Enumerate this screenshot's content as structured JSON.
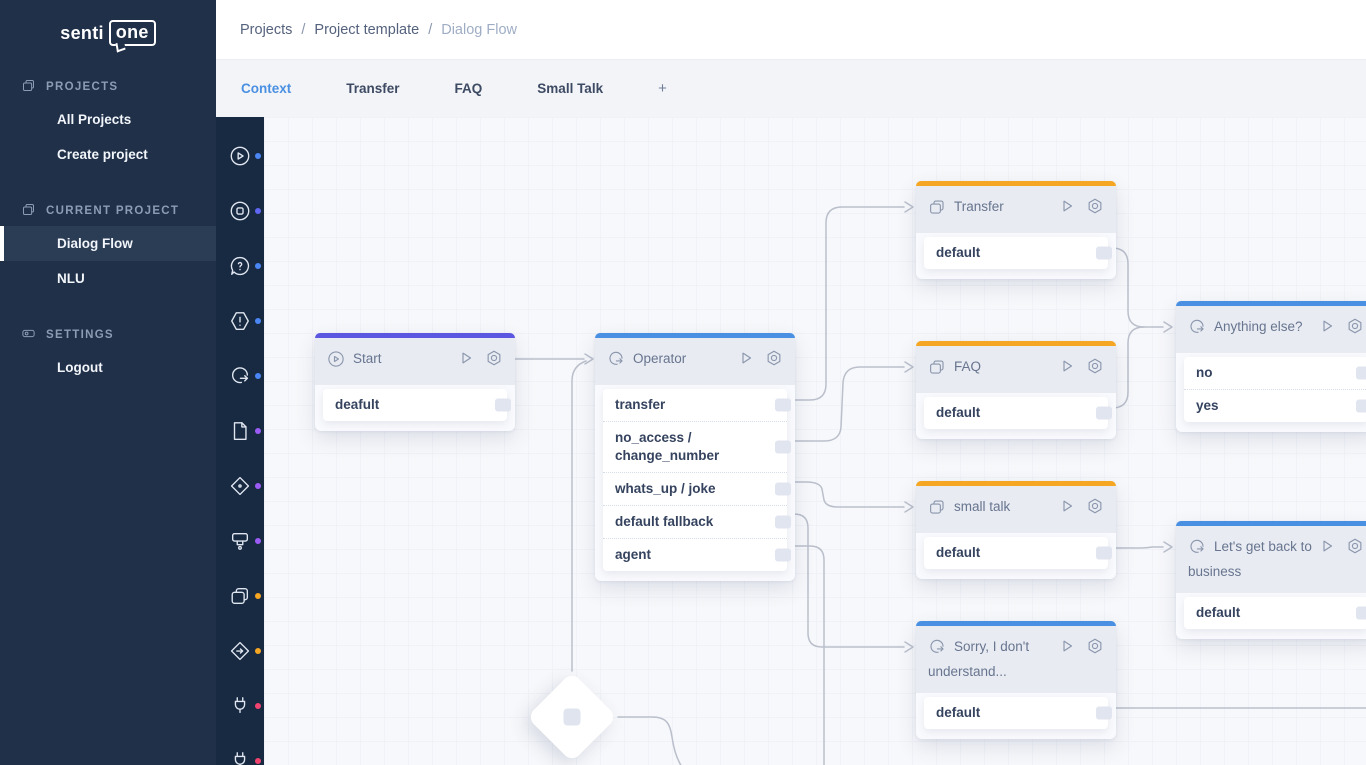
{
  "app": {
    "logo_senti": "senti",
    "logo_one": "one"
  },
  "sidebar": {
    "sections": [
      {
        "label": "PROJECTS",
        "icon": "folder-stack-icon",
        "items": [
          {
            "label": "All Projects",
            "active": false
          },
          {
            "label": "Create project",
            "active": false
          }
        ]
      },
      {
        "label": "CURRENT PROJECT",
        "icon": "folder-stack-icon",
        "items": [
          {
            "label": "Dialog Flow",
            "active": true
          },
          {
            "label": "NLU",
            "active": false
          }
        ]
      },
      {
        "label": "SETTINGS",
        "icon": "toggle-icon",
        "items": [
          {
            "label": "Logout",
            "active": false
          }
        ]
      }
    ]
  },
  "breadcrumb": {
    "part1": "Projects",
    "sep1": "/",
    "part2": "Project template",
    "sep2": "/",
    "part3": "Dialog Flow"
  },
  "tabs": {
    "context": "Context",
    "transfer": "Transfer",
    "faq": "FAQ",
    "small_talk": "Small Talk",
    "add": "+"
  },
  "toolbar": {
    "items": [
      {
        "name": "play-circle-icon",
        "dot": "#4a87f5"
      },
      {
        "name": "stop-circle-icon",
        "dot": "#5f66f2"
      },
      {
        "name": "question-bubble-icon",
        "dot": "#4a87f5"
      },
      {
        "name": "warning-hexagon-icon",
        "dot": "#4a87f5"
      },
      {
        "name": "message-arrow-icon",
        "dot": "#4a87f5"
      },
      {
        "name": "document-icon",
        "dot": "#9b5cf6"
      },
      {
        "name": "condition-diamond-icon",
        "dot": "#9b5cf6"
      },
      {
        "name": "paint-roller-icon",
        "dot": "#9b5cf6"
      },
      {
        "name": "context-stack-icon",
        "dot": "#f5a623"
      },
      {
        "name": "goto-diamond-icon",
        "dot": "#f5a623"
      },
      {
        "name": "plug-icon",
        "dot": "#f0436f"
      },
      {
        "name": "integration-icon",
        "dot": "#f0436f"
      }
    ]
  },
  "canvas": {
    "accents": {
      "indigo": "#5b57e0",
      "blue": "#4a90e2",
      "orange": "#f5a623"
    },
    "nodes": [
      {
        "title": "Start",
        "type_icon": "play-circle-icon",
        "accent": "#5b57e0",
        "rows": [
          "deafult"
        ]
      },
      {
        "title": "Operator",
        "type_icon": "message-arrow-icon",
        "accent": "#4a90e2",
        "rows": [
          "transfer",
          "no_access / change_number",
          "whats_up / joke",
          "default fallback",
          "agent"
        ]
      },
      {
        "title": "Transfer",
        "type_icon": "context-stack-icon",
        "accent": "#f5a623",
        "rows": [
          "default"
        ]
      },
      {
        "title": "FAQ",
        "type_icon": "context-stack-icon",
        "accent": "#f5a623",
        "rows": [
          "default"
        ]
      },
      {
        "title": "small talk",
        "type_icon": "context-stack-icon",
        "accent": "#f5a623",
        "rows": [
          "default"
        ]
      },
      {
        "title": "Sorry, I don't understand...",
        "type_icon": "message-arrow-icon",
        "accent": "#4a90e2",
        "rows": [
          "default"
        ]
      },
      {
        "title": "Anything else?",
        "type_icon": "message-arrow-icon",
        "accent": "#4a90e2",
        "rows": [
          "no",
          "yes"
        ]
      },
      {
        "title": "Let's get back to business",
        "type_icon": "message-arrow-icon",
        "accent": "#4a90e2",
        "rows": [
          "default"
        ]
      }
    ]
  }
}
